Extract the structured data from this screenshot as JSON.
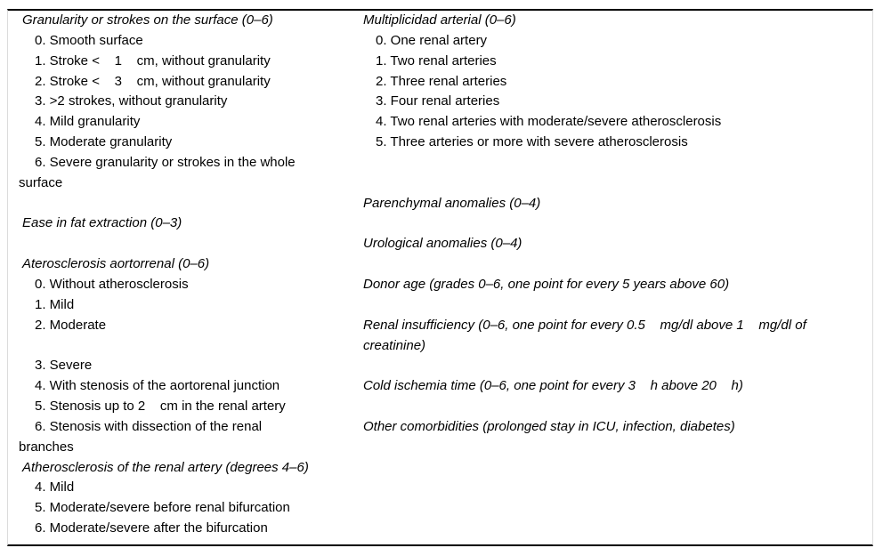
{
  "document": {
    "kind": "scoring-criteria-table",
    "colors": {
      "background": "#ffffff",
      "text": "#000000",
      "rule": "#000000",
      "frame_side": "#dcdcdc"
    },
    "columns": [
      {
        "id": "left",
        "lines": [
          {
            "style": "heading",
            "text": "Granularity or strokes on the surface (0–6)"
          },
          {
            "style": "item",
            "text": "0. Smooth surface"
          },
          {
            "style": "item",
            "text": "1. Stroke <    1    cm, without granularity"
          },
          {
            "style": "item",
            "text": "2. Stroke <    3    cm, without granularity"
          },
          {
            "style": "item",
            "text": "3. >2 strokes, without granularity"
          },
          {
            "style": "item",
            "text": "4. Mild granularity"
          },
          {
            "style": "item",
            "text": "5. Moderate granularity"
          },
          {
            "style": "item",
            "text": "6. Severe granularity or strokes in the whole"
          },
          {
            "style": "wrap",
            "text": "surface"
          },
          {
            "style": "blank",
            "text": ""
          },
          {
            "style": "heading",
            "text": "Ease in fat extraction (0–3)"
          },
          {
            "style": "blank",
            "text": ""
          },
          {
            "style": "heading",
            "text": "Aterosclerosis aortorrenal (0–6)"
          },
          {
            "style": "item",
            "text": "0. Without atherosclerosis"
          },
          {
            "style": "item",
            "text": "1. Mild"
          },
          {
            "style": "item",
            "text": "2. Moderate"
          },
          {
            "style": "blank",
            "text": ""
          },
          {
            "style": "item",
            "text": "3. Severe"
          },
          {
            "style": "item",
            "text": "4. With stenosis of the aortorenal junction"
          },
          {
            "style": "item",
            "text": "5. Stenosis up to 2    cm in the renal artery"
          },
          {
            "style": "item",
            "text": "6. Stenosis with dissection of the renal"
          },
          {
            "style": "wrap",
            "text": "branches"
          },
          {
            "style": "heading",
            "text": "Atherosclerosis of the renal artery (degrees 4–6)"
          },
          {
            "style": "item",
            "text": "4. Mild"
          },
          {
            "style": "item",
            "text": "5. Moderate/severe before renal bifurcation"
          },
          {
            "style": "item",
            "text": "6. Moderate/severe after the bifurcation"
          }
        ]
      },
      {
        "id": "right",
        "lines": [
          {
            "style": "heading",
            "text": "Multiplicidad arterial (0–6)"
          },
          {
            "style": "item",
            "text": "0. One renal artery"
          },
          {
            "style": "item",
            "text": "1. Two renal arteries"
          },
          {
            "style": "item",
            "text": "2. Three renal arteries"
          },
          {
            "style": "item",
            "text": "3. Four renal arteries"
          },
          {
            "style": "item",
            "text": "4. Two renal arteries with moderate/severe atherosclerosis"
          },
          {
            "style": "item",
            "text": "5. Three arteries or more with severe atherosclerosis"
          },
          {
            "style": "blank",
            "text": ""
          },
          {
            "style": "blank",
            "text": ""
          },
          {
            "style": "heading",
            "text": "Parenchymal anomalies (0–4)"
          },
          {
            "style": "blank",
            "text": ""
          },
          {
            "style": "heading",
            "text": "Urological anomalies (0–4)"
          },
          {
            "style": "blank",
            "text": ""
          },
          {
            "style": "heading",
            "text": "Donor age (grades 0–6, one point for every 5 years above 60)"
          },
          {
            "style": "blank",
            "text": ""
          },
          {
            "style": "heading",
            "text": "Renal insufficiency (0–6, one point for every 0.5    mg/dl above 1    mg/dl of"
          },
          {
            "style": "heading",
            "text": "creatinine)"
          },
          {
            "style": "blank",
            "text": ""
          },
          {
            "style": "heading",
            "text": "Cold ischemia time (0–6, one point for every 3    h above 20    h)"
          },
          {
            "style": "blank",
            "text": ""
          },
          {
            "style": "heading",
            "text": "Other comorbidities (prolonged stay in ICU, infection, diabetes)"
          }
        ]
      }
    ]
  }
}
